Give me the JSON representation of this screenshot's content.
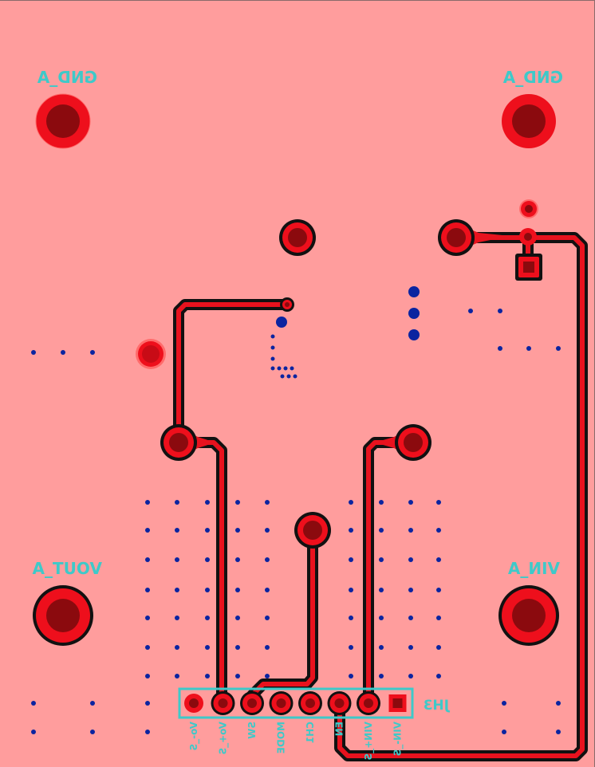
{
  "board": {
    "copper_color": "#ff9d9d",
    "trace_color": "#e8121e",
    "pad_dark_color": "#8b0a0e",
    "via_color": "#0b24a0",
    "silk_color": "#3ec9c9"
  },
  "labels": {
    "gnd_left": "GND_A",
    "gnd_right": "GND_A",
    "vout": "VOUT_A",
    "vin": "VIN_A",
    "connector_ref": "JH3"
  },
  "connector_pins": [
    {
      "label": "Vo-_S"
    },
    {
      "label": "Vo+_S"
    },
    {
      "label": "SW"
    },
    {
      "label": "MODE"
    },
    {
      "label": "CH1"
    },
    {
      "label": "EN"
    },
    {
      "label": "VIN+_S"
    },
    {
      "label": "VIN-_S"
    }
  ]
}
